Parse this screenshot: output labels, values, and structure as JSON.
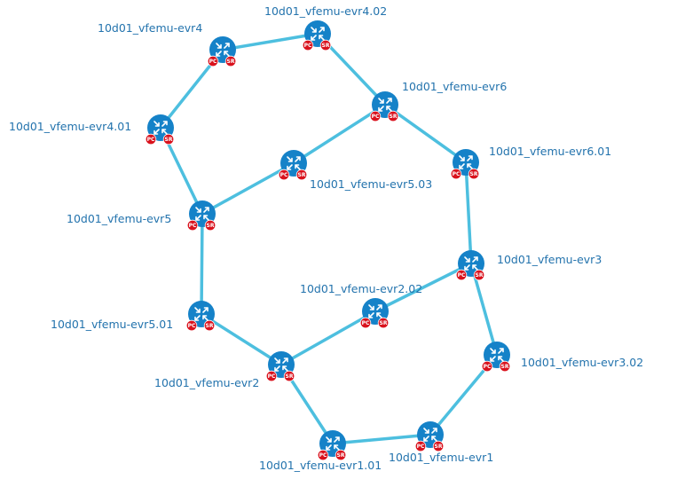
{
  "colors": {
    "link": "#4dbfdf",
    "router": "#1582c8",
    "badge": "#d9121d",
    "label": "#2373ad"
  },
  "icons": {
    "router": "router-icon",
    "badges": [
      "PC",
      "SR"
    ]
  },
  "nodes": [
    {
      "id": "evr4",
      "label": "10d01_vfemu-evr4",
      "badges": [
        "PC",
        "SR"
      ]
    },
    {
      "id": "evr4_02",
      "label": "10d01_vfemu-evr4.02",
      "badges": [
        "PC",
        "SR"
      ]
    },
    {
      "id": "evr6",
      "label": "10d01_vfemu-evr6",
      "badges": [
        "PC",
        "SR"
      ]
    },
    {
      "id": "evr4_01",
      "label": "10d01_vfemu-evr4.01",
      "badges": [
        "PC",
        "SR"
      ]
    },
    {
      "id": "evr6_01",
      "label": "10d01_vfemu-evr6.01",
      "badges": [
        "PC",
        "SR"
      ]
    },
    {
      "id": "evr5_03",
      "label": "10d01_vfemu-evr5.03",
      "badges": [
        "PC",
        "SR"
      ]
    },
    {
      "id": "evr5",
      "label": "10d01_vfemu-evr5",
      "badges": [
        "PC",
        "SR"
      ]
    },
    {
      "id": "evr3",
      "label": "10d01_vfemu-evr3",
      "badges": [
        "PC",
        "SR"
      ]
    },
    {
      "id": "evr2_02",
      "label": "10d01_vfemu-evr2.02",
      "badges": [
        "PC",
        "SR"
      ]
    },
    {
      "id": "evr5_01",
      "label": "10d01_vfemu-evr5.01",
      "badges": [
        "PC",
        "SR"
      ]
    },
    {
      "id": "evr3_02",
      "label": "10d01_vfemu-evr3.02",
      "badges": [
        "PC",
        "SR"
      ]
    },
    {
      "id": "evr2",
      "label": "10d01_vfemu-evr2",
      "badges": [
        "PC",
        "SR"
      ]
    },
    {
      "id": "evr1_01",
      "label": "10d01_vfemu-evr1.01",
      "badges": [
        "PC",
        "SR"
      ]
    },
    {
      "id": "evr1",
      "label": "10d01_vfemu-evr1",
      "badges": [
        "PC",
        "SR"
      ]
    }
  ],
  "links": [
    [
      "evr4",
      "evr4_02"
    ],
    [
      "evr4_02",
      "evr6"
    ],
    [
      "evr4",
      "evr4_01"
    ],
    [
      "evr6",
      "evr6_01"
    ],
    [
      "evr6",
      "evr5_03"
    ],
    [
      "evr4_01",
      "evr5"
    ],
    [
      "evr5_03",
      "evr5"
    ],
    [
      "evr6_01",
      "evr3"
    ],
    [
      "evr5",
      "evr5_01"
    ],
    [
      "evr3",
      "evr2_02"
    ],
    [
      "evr3",
      "evr3_02"
    ],
    [
      "evr5_01",
      "evr2"
    ],
    [
      "evr2_02",
      "evr2"
    ],
    [
      "evr2",
      "evr1_01"
    ],
    [
      "evr1_01",
      "evr1"
    ],
    [
      "evr1",
      "evr3_02"
    ]
  ]
}
